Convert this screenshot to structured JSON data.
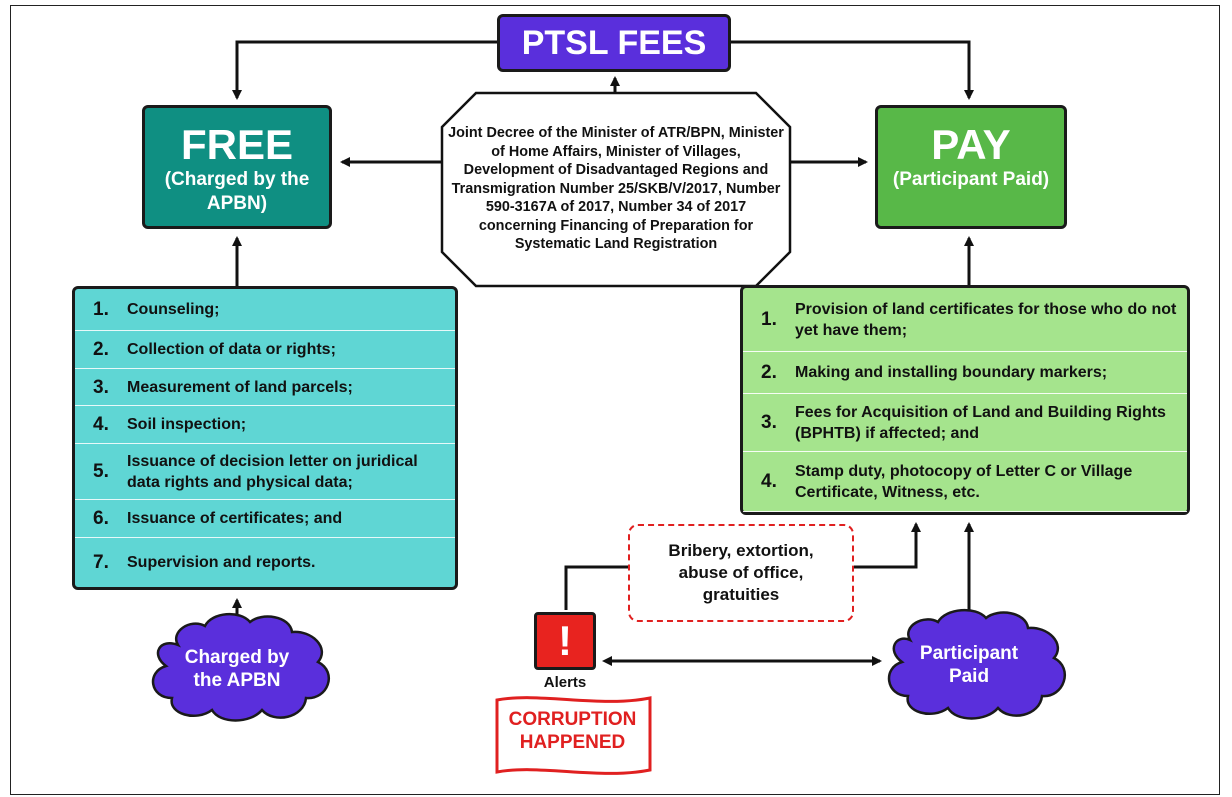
{
  "title": "PTSL FEES",
  "free": {
    "heading": "FREE",
    "subheading": "(Charged by the APBN)"
  },
  "pay": {
    "heading": "PAY",
    "subheading": "(Participant Paid)"
  },
  "decree": "Joint Decree of the Minister of ATR/BPN, Minister of Home Affairs, Minister of Villages, Development of Disadvantaged Regions and Transmigration Number 25/SKB/V/2017, Number 590-3167A of 2017, Number 34 of 2017 concerning Financing of Preparation for Systematic Land Registration",
  "free_items": [
    {
      "num": "1.",
      "text": "Counseling;"
    },
    {
      "num": "2.",
      "text": "Collection of data or rights;"
    },
    {
      "num": "3.",
      "text": "Measurement of land parcels;"
    },
    {
      "num": "4.",
      "text": "Soil inspection;"
    },
    {
      "num": "5.",
      "text": "Issuance of decision letter on juridical data rights and physical data;"
    },
    {
      "num": "6.",
      "text": "Issuance of certificates; and"
    },
    {
      "num": "7.",
      "text": "Supervision and reports."
    }
  ],
  "pay_items": [
    {
      "num": "1.",
      "text": "Provision of land certificates for those who do not yet have them;"
    },
    {
      "num": "2.",
      "text": "Making and installing boundary markers;"
    },
    {
      "num": "3.",
      "text": "Fees for Acquisition of Land and Building Rights (BPHTB) if affected; and"
    },
    {
      "num": "4.",
      "text": "Stamp duty, photocopy of Letter C or Village Certificate, Witness, etc."
    }
  ],
  "cloud_left": {
    "line1": "Charged by",
    "line2": "the APBN"
  },
  "cloud_right": {
    "line1": "Participant",
    "line2": "Paid"
  },
  "bribery": "Bribery, extortion, abuse of office, gratuities",
  "alert": {
    "symbol": "!",
    "label": "Alerts"
  },
  "banner": {
    "line1": "CORRUPTION",
    "line2": "HAPPENED"
  },
  "colors": {
    "title": "#5a2fdc",
    "free": "#0f8f82",
    "pay": "#58b848",
    "free_list": "#5fd6d4",
    "pay_list": "#a5e48d",
    "cloud": "#5a2fdc",
    "alert": "#e8231f"
  }
}
